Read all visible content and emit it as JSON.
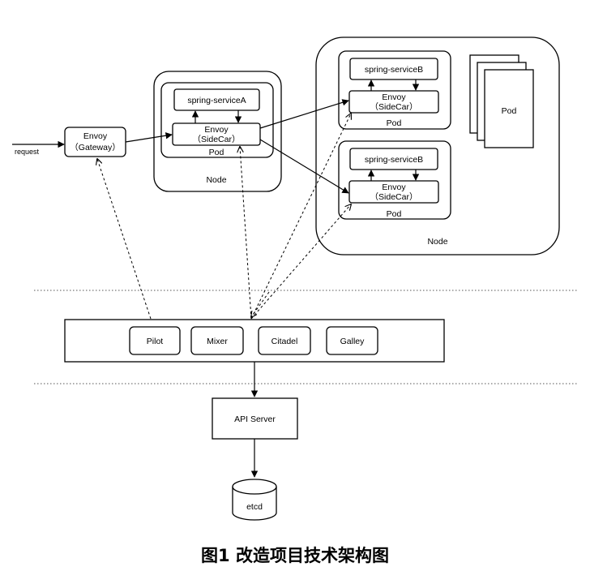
{
  "labels": {
    "request": "request",
    "gateway_name": "Envoy",
    "gateway_sub": "（Gateway）",
    "service_a": "spring-serviceA",
    "service_b1": "spring-serviceB",
    "service_b2": "spring-serviceB",
    "envoy": "Envoy",
    "sidecar": "（SideCar）",
    "pod": "Pod",
    "node": "Node",
    "pilot": "Pilot",
    "mixer": "Mixer",
    "citadel": "Citadel",
    "galley": "Galley",
    "api_server": "API Server",
    "etcd": "etcd"
  },
  "caption": "图1  改造项目技术架构图"
}
